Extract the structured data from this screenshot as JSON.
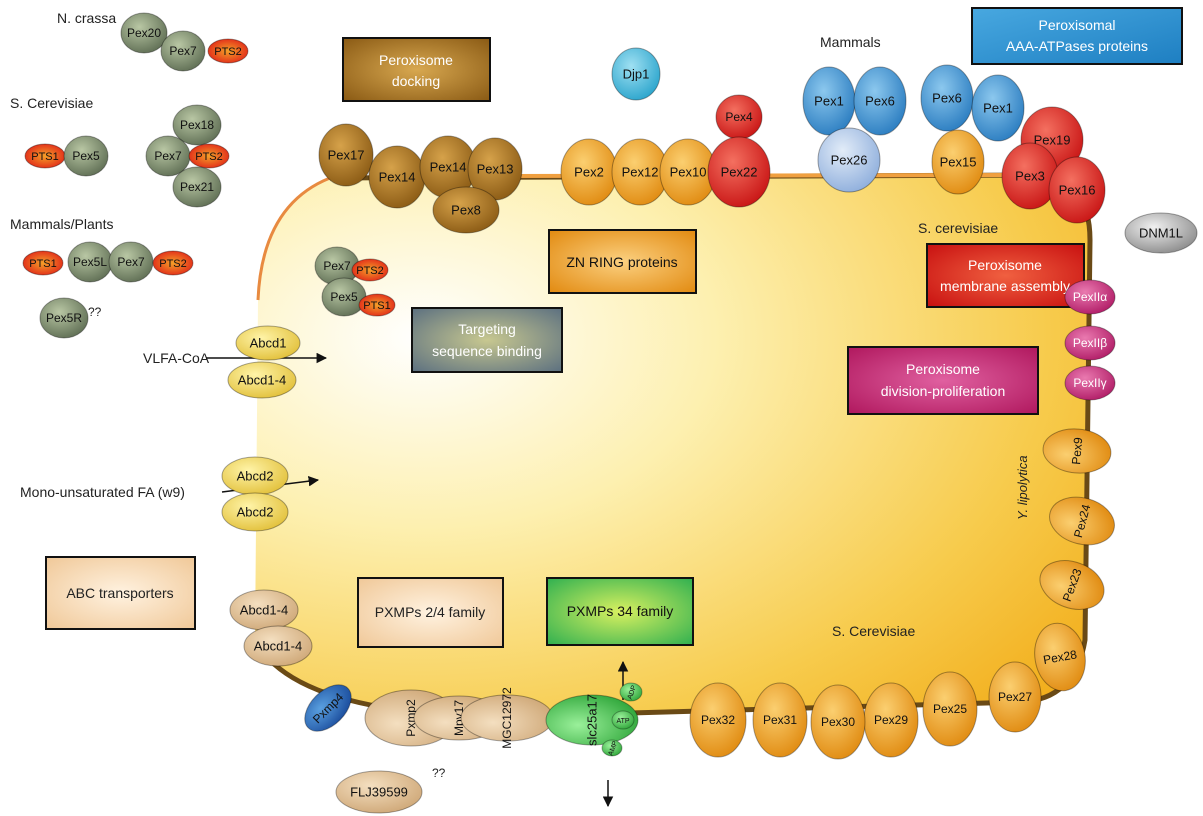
{
  "colors": {
    "green_grey_protein": "#8a9a78",
    "red_tag": "#e2281b",
    "brown_docking": "#b07a22",
    "orange_zn": "#f09a1c",
    "red_membrane": "#dd2222",
    "blue_aaa": "#2e8fcf",
    "pink_division": "#c62a78",
    "tan_pxmp": "#e2c39a",
    "green_pxmp34": "#4cc04c",
    "yellow_abcd": "#f5dc52",
    "orange_sc": "#f2a526",
    "grey_dnm": "#9c9c9c",
    "cell_fill_light": "#fffbe0",
    "cell_fill_dark": "#f3b21a",
    "membrane_brown": "#6a4a16"
  },
  "organism_labels": {
    "n_crassa": "N. crassa",
    "s_cerevisiae_top": "S. Cerevisiae",
    "mammals_plants": "Mammals/Plants",
    "mammals": "Mammals",
    "s_cerevisiae_right": "S. cerevisiae",
    "y_lipolytica": "Y. lipolytica",
    "s_cerevisiae_bottom": "S. Cerevisiae"
  },
  "legend_boxes": {
    "docking": "Peroxisome\ndocking",
    "aaa": "Peroxisomal\nAAA-ATPases proteins",
    "zn_ring": "ZN RING proteins",
    "membrane_assembly": "Peroxisome\nmembrane assembly",
    "division": "Peroxisome\ndivision-proliferation",
    "targeting": "Targeting\nsequence binding",
    "abc": "ABC transporters",
    "pxmp24": "PXMPs 2/4 family",
    "pxmp34": "PXMPs 34 family"
  },
  "substrates": {
    "vlfa": "VLFA-CoA",
    "mufa": "Mono-unsaturated FA (w9)"
  },
  "unknowns": {
    "pex5r_q": "??",
    "flj_q": "??"
  },
  "proteins": {
    "pex20": "Pex20",
    "pex7_nc": "Pex7",
    "pts2_nc": "PTS2",
    "pts1_sc": "PTS1",
    "pex5_sc": "Pex5",
    "pex18": "Pex18",
    "pex7_sc": "Pex7",
    "pts2_sc": "PTS2",
    "pex21": "Pex21",
    "pts1_mp": "PTS1",
    "pex5l": "Pex5L",
    "pex7_mp": "Pex7",
    "pts2_mp": "PTS2",
    "pex5r": "Pex5R",
    "pex7_in": "Pex7",
    "pts2_in": "PTS2",
    "pex5_in": "Pex5",
    "pts1_in": "PTS1",
    "pex17": "Pex17",
    "pex14a": "Pex14",
    "pex14b": "Pex14",
    "pex13": "Pex13",
    "pex8": "Pex8",
    "djp1": "Djp1",
    "pex2": "Pex2",
    "pex12": "Pex12",
    "pex10": "Pex10",
    "pex4": "Pex4",
    "pex22": "Pex22",
    "pex1a": "Pex1",
    "pex6a": "Pex6",
    "pex26": "Pex26",
    "pex6b": "Pex6",
    "pex1b": "Pex1",
    "pex15": "Pex15",
    "pex19": "Pex19",
    "pex3": "Pex3",
    "pex16": "Pex16",
    "dnm1l": "DNM1L",
    "pex11a": "PexIIα",
    "pex11b": "PexIIβ",
    "pex11g": "PexIIγ",
    "pex9": "Pex9",
    "pex24": "Pex24",
    "pex23": "Pex23",
    "pex28": "Pex28",
    "pex27": "Pex27",
    "pex25": "Pex25",
    "pex29": "Pex29",
    "pex30": "Pex30",
    "pex31": "Pex31",
    "pex32": "Pex32",
    "abcd1": "Abcd1",
    "abcd1_4a": "Abcd1-4",
    "abcd2a": "Abcd2",
    "abcd2b": "Abcd2",
    "abcd1_4b": "Abcd1-4",
    "abcd1_4c": "Abcd1-4",
    "pxmp4": "Pxmp4",
    "pxmp2": "Pxmp2",
    "mpv17": "Mpv17",
    "mgc": "MGC12972",
    "flj": "FLJ39599",
    "slc": "slc25a17",
    "amp": "AMP",
    "atp": "ATP",
    "adp": "ADP"
  }
}
